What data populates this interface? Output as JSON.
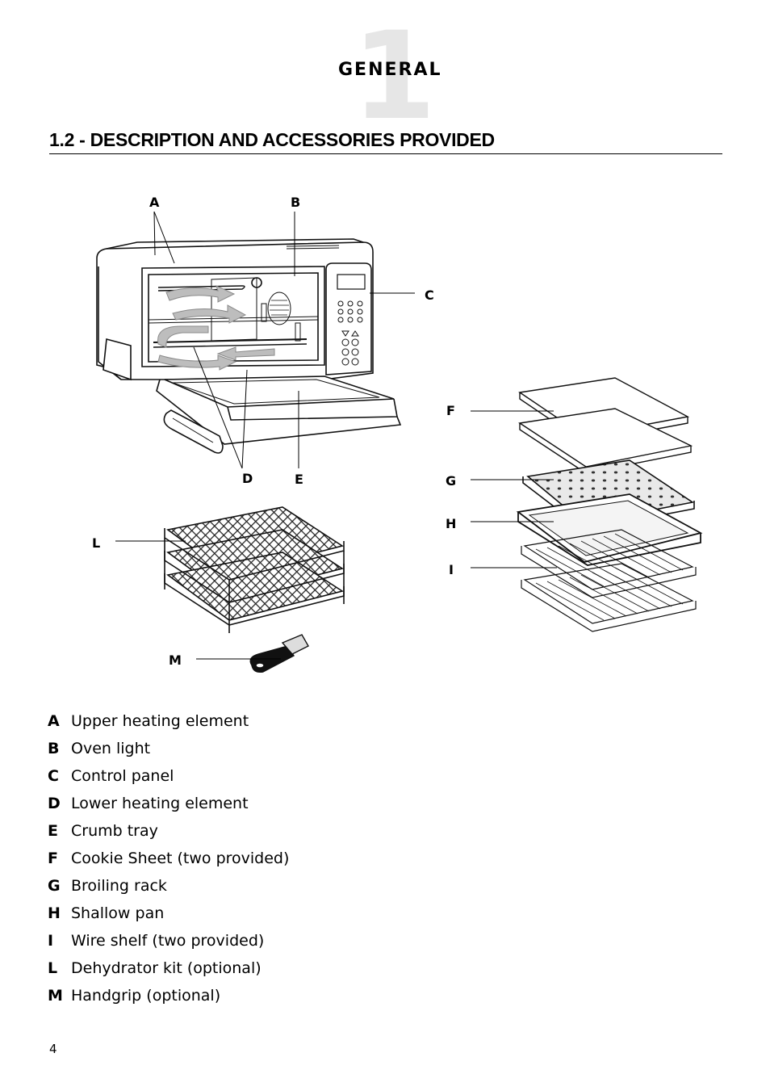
{
  "chapter": {
    "number": "1",
    "title": "GENERAL"
  },
  "section": {
    "title": "1.2 - DESCRIPTION AND ACCESSORIES PROVIDED"
  },
  "callouts": {
    "A": "A",
    "B": "B",
    "C": "C",
    "D": "D",
    "E": "E",
    "F": "F",
    "G": "G",
    "H": "H",
    "I": "I",
    "L": "L",
    "M": "M"
  },
  "legend": [
    {
      "letter": "A",
      "text": "Upper heating element"
    },
    {
      "letter": "B",
      "text": "Oven light"
    },
    {
      "letter": "C",
      "text": "Control panel"
    },
    {
      "letter": "D",
      "text": "Lower heating element"
    },
    {
      "letter": "E",
      "text": "Crumb tray"
    },
    {
      "letter": "F",
      "text": "Cookie Sheet (two provided)"
    },
    {
      "letter": "G",
      "text": "Broiling rack"
    },
    {
      "letter": "H",
      "text": "Shallow pan"
    },
    {
      "letter": "I",
      "text": "Wire shelf (two provided)"
    },
    {
      "letter": "L",
      "text": "Dehydrator kit (optional)"
    },
    {
      "letter": "M",
      "text": "Handgrip (optional)"
    }
  ],
  "page_number": "4"
}
